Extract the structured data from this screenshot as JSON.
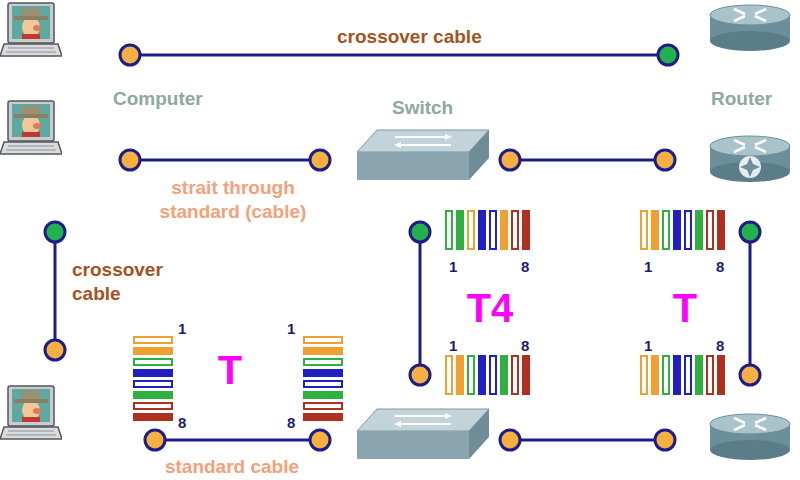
{
  "diagram": {
    "nodes": [
      {
        "text": [
          "Computer"
        ]
      },
      {
        "text": [
          "Switch"
        ]
      },
      {
        "text": [
          "Router"
        ]
      }
    ],
    "edges": [
      {
        "from": 0,
        "to": 2,
        "arrow": "none",
        "label": "crossover cable"
      }
    ],
    "labels": [
      "strait through standard (cable)",
      "crossover cable",
      "1",
      "8",
      "1",
      "8",
      "T4",
      "T",
      "1",
      "1",
      "T",
      "1",
      "8",
      "1",
      "8",
      "8",
      "8",
      "standard cable"
    ]
  }
}
